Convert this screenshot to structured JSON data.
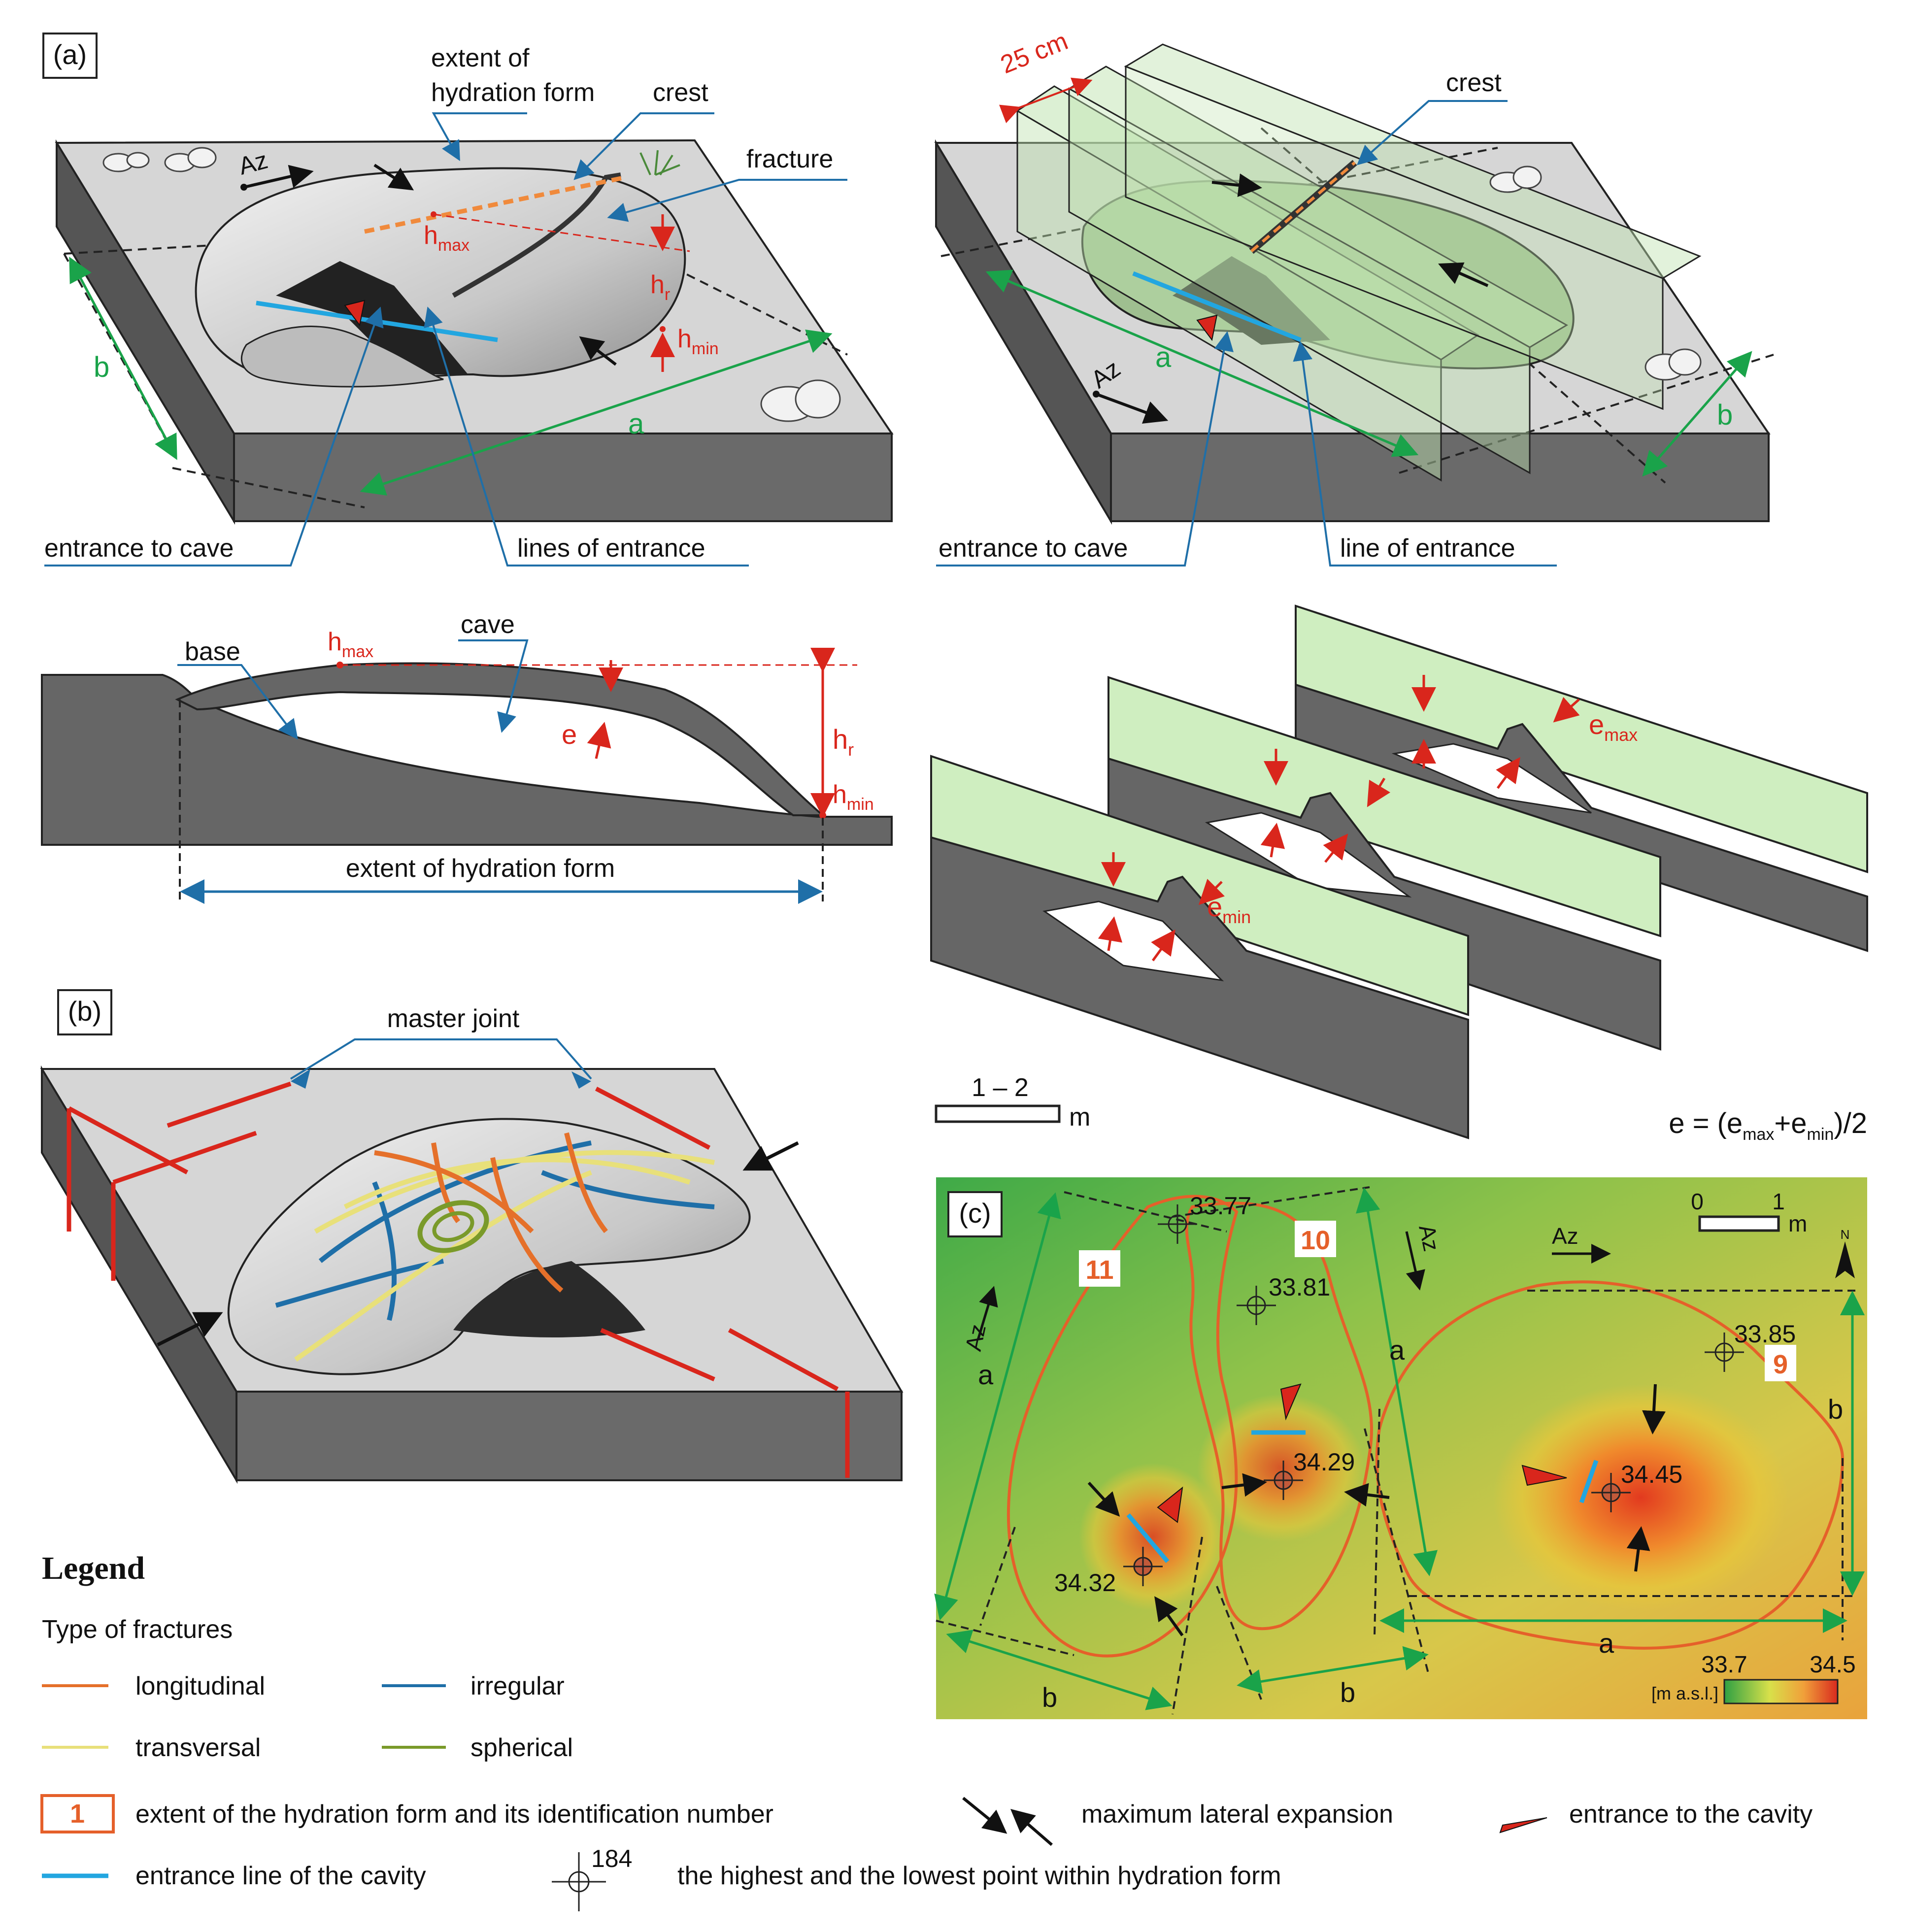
{
  "colors": {
    "red": "#d9261c",
    "blue": "#1f6fa8",
    "green": "#1aa34a",
    "orange": "#e5702a",
    "slab_top": "#d6d6d6",
    "slab_side": "#6a6a6a",
    "plane_green": "#cfeec0",
    "entrance_blue": "#22a6e0"
  },
  "panel_a": {
    "tag": "(a)",
    "left_block": {
      "extent": "extent of\nhydration form",
      "crest": "crest",
      "fracture": "fracture",
      "hmax_h": "h",
      "hmax_sub": "max",
      "hr_h": "h",
      "hr_sub": "r",
      "hmin_h": "h",
      "hmin_sub": "min",
      "a": "a",
      "b": "b",
      "az": "Az",
      "entrance": "entrance to cave",
      "lines": "lines of entrance"
    },
    "right_block": {
      "dist": "25 cm",
      "crest": "crest",
      "a": "a",
      "b": "b",
      "az": "Az",
      "entrance": "entrance to cave",
      "line": "line of entrance"
    },
    "profile": {
      "base": "base",
      "cave": "cave",
      "hmax_h": "h",
      "hmax_sub": "max",
      "e": "e",
      "hr_h": "h",
      "hr_sub": "r",
      "hmin_h": "h",
      "hmin_sub": "min",
      "extent": "extent of hydration form"
    },
    "slices": {
      "emax_e": "e",
      "emax_sub": "max",
      "emin_e": "e",
      "emin_sub": "min"
    },
    "scale": {
      "range": "1 – 2",
      "unit": "m"
    },
    "formula": {
      "p1": "e = (e",
      "s1": "max",
      "p2": "+e",
      "s2": "min",
      "p3": ")/2"
    }
  },
  "panel_b": {
    "tag": "(b)",
    "master_joint": "master joint"
  },
  "panel_c": {
    "tag": "(c)",
    "forms": [
      {
        "id": "11"
      },
      {
        "id": "10"
      },
      {
        "id": "9"
      }
    ],
    "points": {
      "p1": "33.77",
      "p2": "33.81",
      "p3": "33.85",
      "p4": "34.29",
      "p5": "34.45",
      "p6": "34.32"
    },
    "a": "a",
    "b": "b",
    "az": "Az",
    "north": "N",
    "scale": {
      "zero": "0",
      "one": "1",
      "unit": "m"
    },
    "colorbar": {
      "min": "33.7",
      "max": "34.5",
      "unit": "[m a.s.l.]"
    }
  },
  "legend": {
    "title": "Legend",
    "fracture_title": "Type of fractures",
    "longitudinal": "longitudinal",
    "irregular": "irregular",
    "transversal": "transversal",
    "spherical": "spherical",
    "form_num": "1",
    "extent": "extent of the hydration form and its identification number",
    "expansion": "maximum lateral expansion",
    "entrance": "entrance to the cavity",
    "line": "entrance line of the cavity",
    "point_num": "184",
    "point": "the highest and the lowest point within hydration form"
  }
}
